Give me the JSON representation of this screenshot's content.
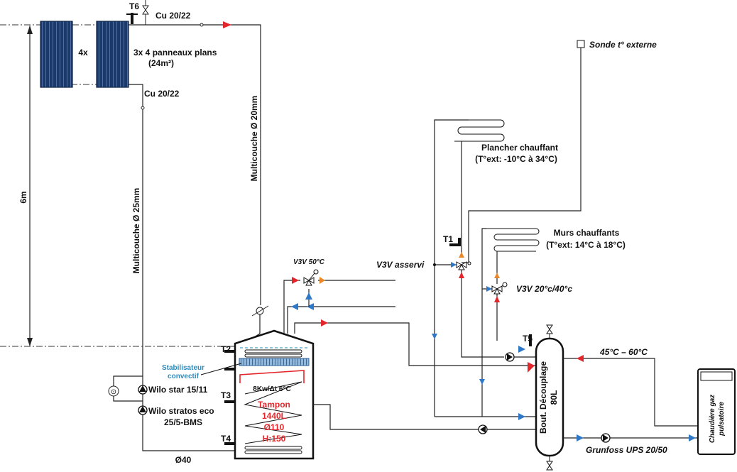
{
  "labels": {
    "t6": "T6",
    "cu_top": "Cu 20/22",
    "cu_mid": "Cu 20/22",
    "panels_count": "4x",
    "panels_line1": "3x 4 panneaux plans",
    "panels_line2": "(24m²)",
    "height": "6m",
    "multicouche_25": "Multicouche Ø 25mm",
    "multicouche_20": "Multicouche Ø 20mm",
    "sonde": "Sonde t° externe",
    "plancher_line1": "Plancher chauffant",
    "plancher_line2": "(T°ext: -10°C à 34°C)",
    "murs_line1": "Murs chauffants",
    "murs_line2": "(T°ext: 14°C à 18°C)",
    "t1": "T1",
    "v3v_asservi": "V3V  asservi",
    "v3v_50": "V3V 50°C",
    "v3v_2040": "V3V  20°c/40°c",
    "t5": "T5",
    "temp_range": "45°C – 60°C",
    "t2": "T2",
    "t3": "T3",
    "t4": "T4",
    "stab_line1": "Stabilisateur",
    "stab_line2": "convectif",
    "exchanger": "8Kw/Δt 6°C",
    "tank_line1": "Tampon",
    "tank_line2": "1440L",
    "tank_line3": "Ø110",
    "tank_line4": "H:150",
    "wilo_star": "Wilo star 15/11",
    "wilo_stratos_1": "Wilo stratos eco",
    "wilo_stratos_2": "25/5-BMS",
    "diam40": "Ø40",
    "bout_line1": "Bout. Découplage",
    "bout_line2": "80L",
    "grunfoss": "Grunfoss UPS 20/50",
    "boiler_line1": "Chaudière gaz",
    "boiler_line2": "pulsatoire"
  },
  "colors": {
    "hot": "#e3262b",
    "cold": "#2e78c7",
    "mix": "#e8882a",
    "panel": "#1b3a6b",
    "stabilizer": "#4a9fc6"
  }
}
